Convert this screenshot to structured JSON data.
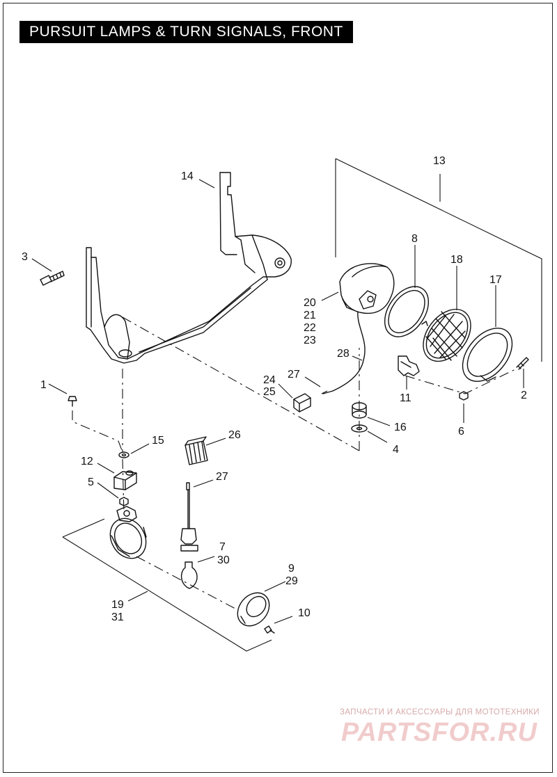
{
  "title": "PURSUIT LAMPS & TURN SIGNALS, FRONT",
  "callouts": {
    "n1": "1",
    "n2": "2",
    "n3": "3",
    "n4": "4",
    "n5": "5",
    "n6": "6",
    "n7": "7",
    "n8": "8",
    "n9": "9",
    "n10": "10",
    "n11": "11",
    "n12": "12",
    "n13": "13",
    "n14": "14",
    "n15": "15",
    "n16": "16",
    "n17": "17",
    "n18": "18",
    "n19": "19",
    "n20": "20",
    "n21": "21",
    "n22": "22",
    "n23": "23",
    "n24": "24",
    "n25": "25",
    "n26": "26",
    "n27a": "27",
    "n27b": "27",
    "n28": "28",
    "n29": "29",
    "n30": "30",
    "n31": "31"
  },
  "watermark": {
    "tagline": "ЗАПЧАСТИ И АКСЕССУАРЫ ДЛЯ МОТОТЕХНИКИ",
    "brand": "PARTSFOR.RU"
  },
  "colors": {
    "ink": "#111111",
    "watermark": "#e8b4b4"
  }
}
